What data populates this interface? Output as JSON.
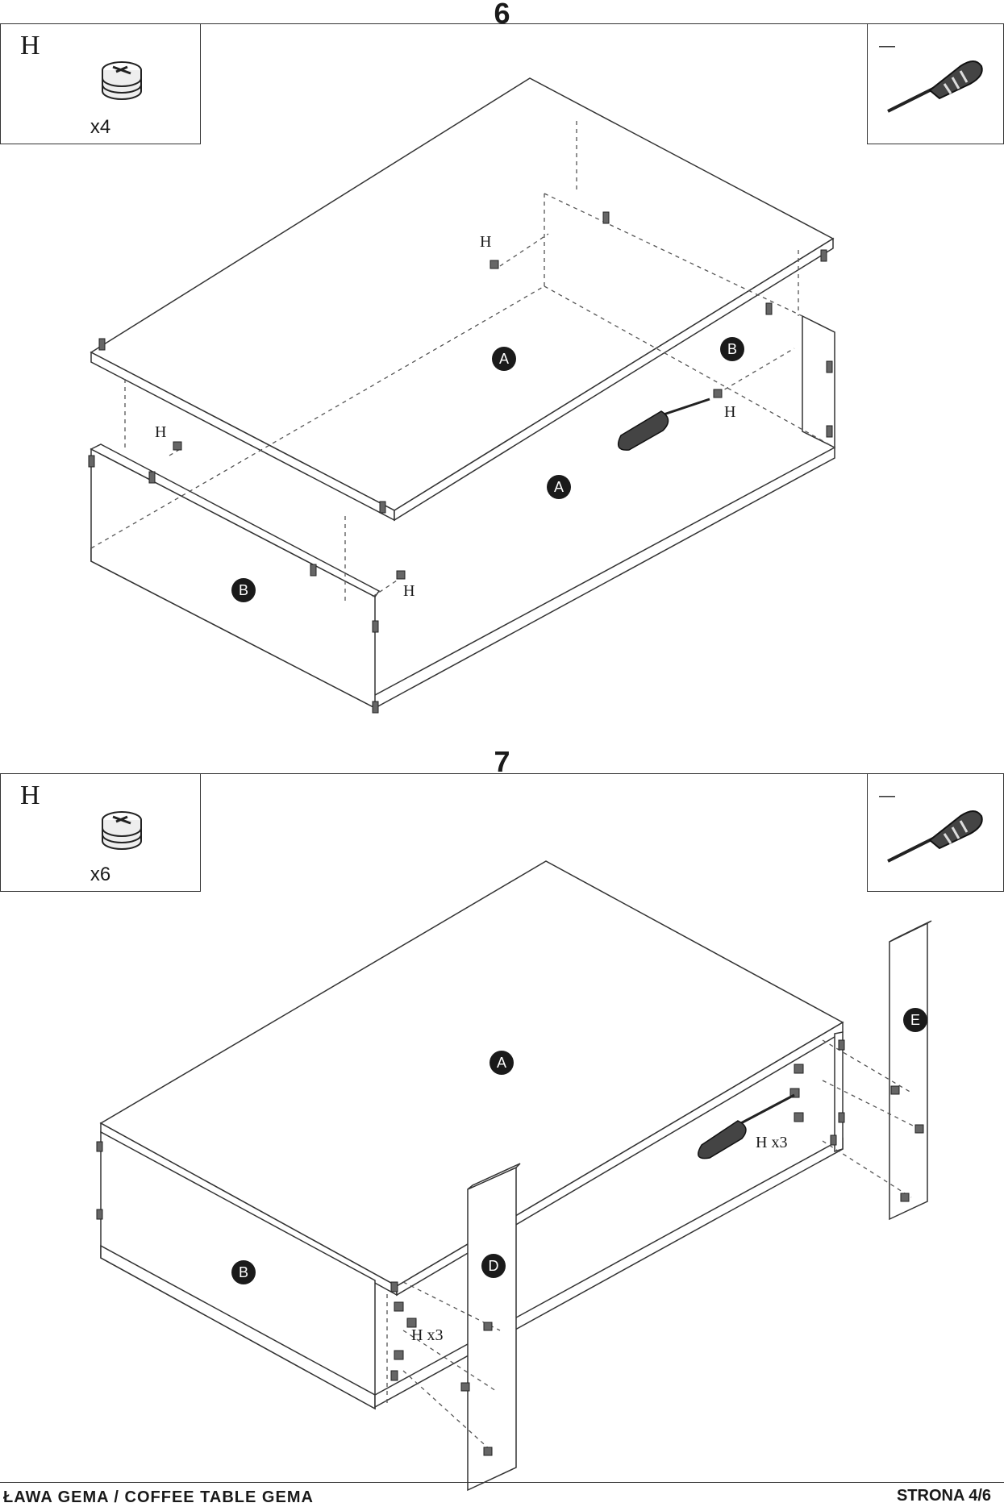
{
  "steps": [
    {
      "number": "6",
      "fitting": {
        "letter": "H",
        "quantity": "x4"
      },
      "tool": {
        "label": "—",
        "icon": "screwdriver-icon"
      },
      "callouts": [
        "H",
        "H",
        "H",
        "H"
      ],
      "parts": [
        "A",
        "A",
        "B",
        "B"
      ]
    },
    {
      "number": "7",
      "fitting": {
        "letter": "H",
        "quantity": "x6"
      },
      "tool": {
        "label": "—",
        "icon": "screwdriver-icon"
      },
      "callouts": [
        "H x3",
        "H x3"
      ],
      "parts": [
        "A",
        "B",
        "D",
        "E"
      ]
    }
  ],
  "footer": {
    "title": "ŁAWA GEMA / COFFEE TABLE GEMA",
    "page": "STRONA 4/6"
  },
  "colors": {
    "line": "#333333",
    "badge": "#1a1a1a",
    "dash": "#555555"
  }
}
